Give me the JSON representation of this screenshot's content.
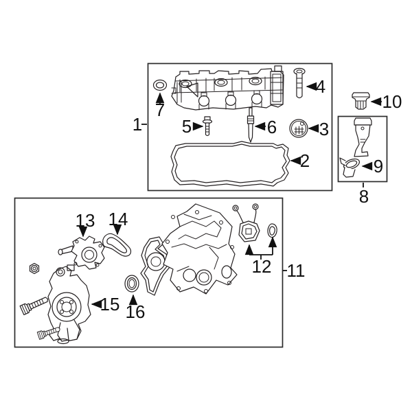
{
  "diagram": {
    "background_color": "#ffffff",
    "line_color": "#231f20",
    "box_border_color": "#2b2b2b",
    "callout_numbers": [
      "1",
      "2",
      "3",
      "4",
      "5",
      "6",
      "7",
      "8",
      "9",
      "10",
      "11",
      "12",
      "13",
      "14",
      "15",
      "16"
    ],
    "groups": [
      {
        "box_callout": "1",
        "member_callouts": [
          "2",
          "3",
          "4",
          "5",
          "6",
          "7"
        ]
      },
      {
        "box_callout": "8",
        "member_callouts": [
          "9"
        ]
      },
      {
        "box_callout": "11",
        "member_callouts": [
          "12",
          "13",
          "14",
          "15",
          "16"
        ]
      }
    ],
    "standalone_callouts": [
      "10"
    ]
  }
}
